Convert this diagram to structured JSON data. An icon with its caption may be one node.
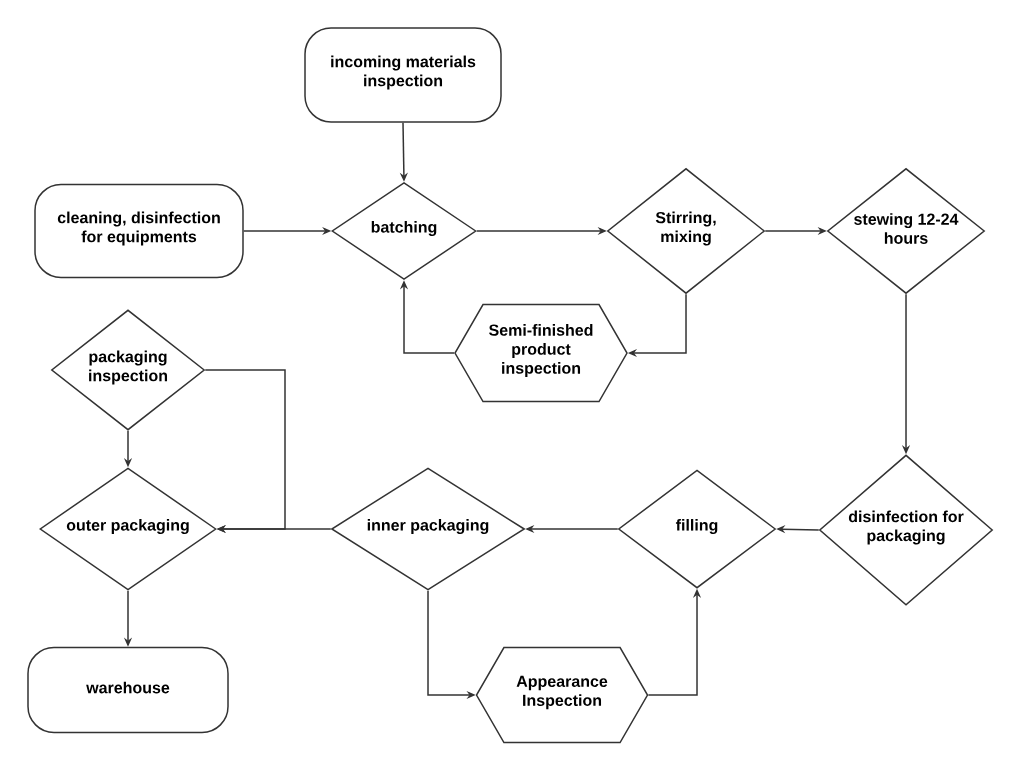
{
  "diagram": {
    "nodes": [
      {
        "text": [
          "incoming materials inspection"
        ]
      },
      {
        "text": [
          "cleaning, disinfection for equipments"
        ]
      },
      {
        "text": [
          "batching"
        ]
      },
      {
        "text": [
          "Stirring, mixing"
        ]
      },
      {
        "text": [
          "stewing 12-24 hours"
        ]
      },
      {
        "text": [
          "Semi-finished product inspection"
        ]
      },
      {
        "text": [
          "packaging inspection"
        ]
      },
      {
        "text": [
          "outer packaging"
        ]
      },
      {
        "text": [
          "inner packaging"
        ]
      },
      {
        "text": [
          "filling"
        ]
      },
      {
        "text": [
          "disinfection for packaging"
        ]
      },
      {
        "text": [
          "warehouse"
        ]
      },
      {
        "text": [
          "Appearance Inspection"
        ]
      }
    ],
    "edges": [
      {
        "from": 0,
        "to": 2,
        "arrow": "to"
      },
      {
        "from": 1,
        "to": 2,
        "arrow": "to"
      },
      {
        "from": 2,
        "to": 3,
        "arrow": "to"
      },
      {
        "from": 3,
        "to": 4,
        "arrow": "to"
      },
      {
        "from": 3,
        "to": 5,
        "arrow": "to"
      },
      {
        "from": 5,
        "to": 2,
        "arrow": "to"
      },
      {
        "from": 4,
        "to": 10,
        "arrow": "to"
      },
      {
        "from": 10,
        "to": 9,
        "arrow": "to"
      },
      {
        "from": 9,
        "to": 8,
        "arrow": "to"
      },
      {
        "from": 8,
        "to": 7,
        "arrow": "to"
      },
      {
        "from": 6,
        "to": 7,
        "arrow": "to"
      },
      {
        "from": 6,
        "to": 7,
        "arrow": "to"
      },
      {
        "from": 7,
        "to": 11,
        "arrow": "to"
      },
      {
        "from": 8,
        "to": 12,
        "arrow": "to"
      },
      {
        "from": 12,
        "to": 9,
        "arrow": "to"
      }
    ]
  }
}
